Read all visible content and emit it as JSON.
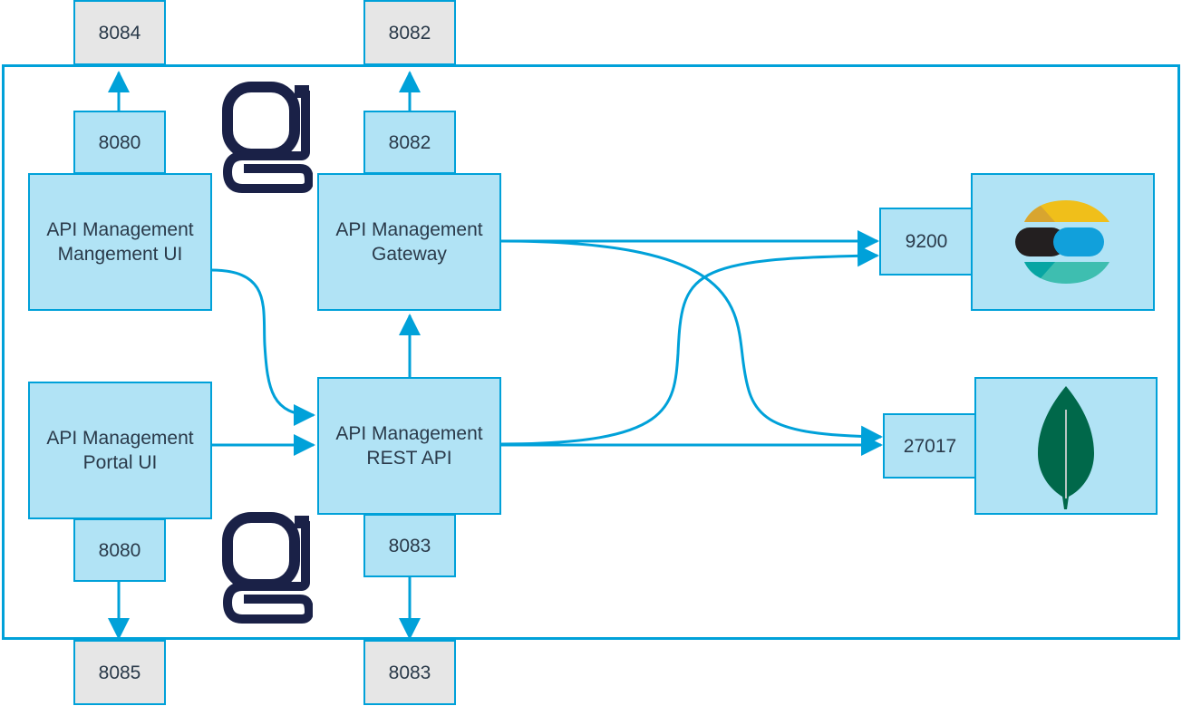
{
  "diagram": {
    "nodes": {
      "ext_8084": "8084",
      "ext_8082": "8082",
      "port_mgmt_ui_top": "8080",
      "port_gateway_top": "8082",
      "mgmt_ui": "API Management\nMangement UI",
      "gateway": "API Management\nGateway",
      "portal_ui": "API Management\nPortal UI",
      "rest_api": "API Management\nREST API",
      "port_portal_bottom": "8080",
      "port_rest_bottom": "8083",
      "ext_8085": "8085",
      "ext_8083": "8083",
      "port_elastic": "9200",
      "port_mongo": "27017"
    },
    "edges": [
      {
        "from": "port_mgmt_ui_top",
        "to": "ext_8084"
      },
      {
        "from": "port_gateway_top",
        "to": "ext_8082"
      },
      {
        "from": "mgmt_ui",
        "to": "rest_api"
      },
      {
        "from": "portal_ui",
        "to": "rest_api"
      },
      {
        "from": "rest_api",
        "to": "gateway"
      },
      {
        "from": "gateway",
        "to": "port_elastic"
      },
      {
        "from": "gateway",
        "to": "port_mongo"
      },
      {
        "from": "rest_api",
        "to": "port_elastic"
      },
      {
        "from": "rest_api",
        "to": "port_mongo"
      },
      {
        "from": "port_portal_bottom",
        "to": "ext_8085"
      },
      {
        "from": "port_rest_bottom",
        "to": "ext_8083"
      }
    ],
    "icons": [
      "gravitee-logo-icon",
      "gravitee-logo-icon",
      "elasticsearch-logo-icon",
      "mongodb-leaf-icon"
    ],
    "colors": {
      "node_fill": "#b1e3f5",
      "node_border": "#00a1d9",
      "external_port_fill": "#e6e6e6",
      "gravitee_navy": "#1a2147",
      "mongodb_green": "#00684a"
    }
  }
}
